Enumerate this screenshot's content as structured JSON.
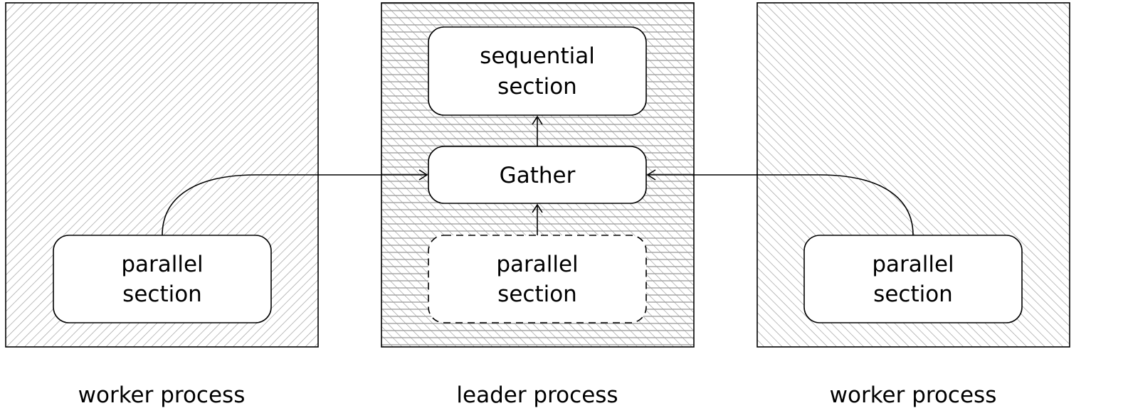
{
  "diagram": {
    "processes": [
      {
        "caption": "worker process",
        "section": {
          "line1": "parallel",
          "line2": "section"
        }
      },
      {
        "caption": "leader process",
        "sequential": {
          "line1": "sequential",
          "line2": "section"
        },
        "gather": "Gather",
        "section": {
          "line1": "parallel",
          "line2": "section"
        }
      },
      {
        "caption": "worker process",
        "section": {
          "line1": "parallel",
          "line2": "section"
        }
      }
    ]
  }
}
